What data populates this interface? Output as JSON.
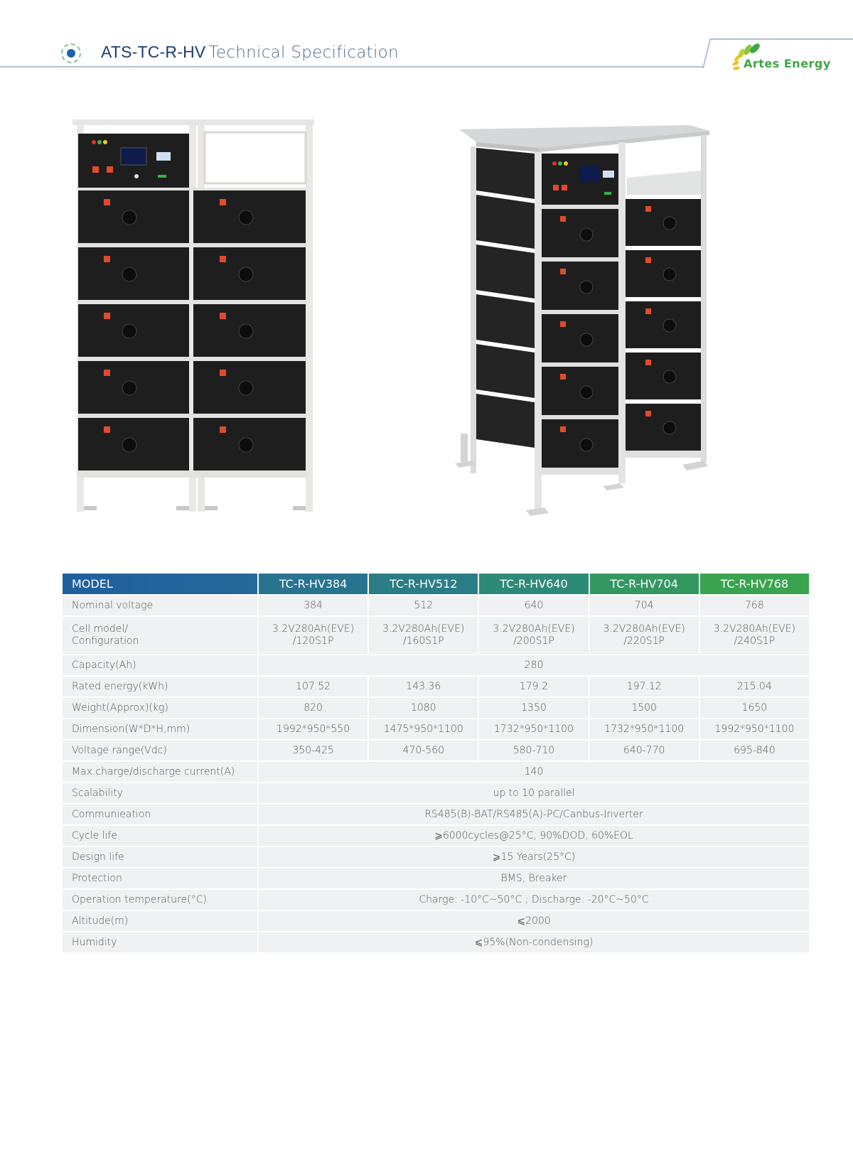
{
  "header": {
    "model_code": "ATS-TC-R-HV",
    "title": "Technical Specification",
    "icon": "target-dot-icon",
    "logo": {
      "text": "Artes Energy",
      "icon": "leaves-logo-icon",
      "colors": {
        "green": "#3da546",
        "yellow": "#e7c12a"
      }
    },
    "accent_color": "#1d3e73",
    "line_color": "#a9c3dc"
  },
  "images": [
    {
      "name": "front-view",
      "description": "Two-column battery rack, front view: control unit plus 5 modules left, empty top slot plus 5 modules right"
    },
    {
      "name": "angled-view",
      "description": "Two-column battery rack, angled view with top cover"
    }
  ],
  "table": {
    "header_label": "MODEL",
    "header_gradient": [
      "#1f5f9e",
      "#2a7790",
      "#2b8a78",
      "#349b5d",
      "#3ca74b"
    ],
    "models": [
      "TC-R-HV384",
      "TC-R-HV512",
      "TC-R-HV640",
      "TC-R-HV704",
      "TC-R-HV768"
    ],
    "rows": [
      {
        "label": "Nominal voltage",
        "values": [
          "384",
          "512",
          "640",
          "704",
          "768"
        ]
      },
      {
        "label_line1": "Cell model/",
        "label_line2": "Configuration",
        "values": [
          {
            "line1": "3.2V280Ah(EVE)",
            "line2": "/120S1P"
          },
          {
            "line1": "3.2V280Ah(EVE)",
            "line2": "/160S1P"
          },
          {
            "line1": "3.2V280Ah(EVE)",
            "line2": "/200S1P"
          },
          {
            "line1": "3.2V280Ah(EVE)",
            "line2": "/220S1P"
          },
          {
            "line1": "3.2V280Ah(EVE)",
            "line2": "/240S1P"
          }
        ]
      },
      {
        "label": "Capacity(Ah)",
        "merged": "280"
      },
      {
        "label": "Rated energy(kWh)",
        "values": [
          "107.52",
          "143.36",
          "179.2",
          "197.12",
          "215.04"
        ]
      },
      {
        "label": "Weight(Approx)(kg)",
        "values": [
          "820",
          "1080",
          "1350",
          "1500",
          "1650"
        ]
      },
      {
        "label": "Dimension(W*D*H,mm)",
        "values": [
          "1992*950*550",
          "1475*950*1100",
          "1732*950*1100",
          "1732*950*1100",
          "1992*950*1100"
        ]
      },
      {
        "label": "Voltage range(Vdc)",
        "values": [
          "350-425",
          "470-560",
          "580-710",
          "640-770",
          "695-840"
        ]
      },
      {
        "label": "Max.charge/discharge current(A)",
        "merged": "140"
      },
      {
        "label": "Scalability",
        "merged": "up to 10 parallel"
      },
      {
        "label": "Communieation",
        "merged": "RS485(B)-BAT/RS485(A)-PC/Canbus-Inverter"
      },
      {
        "label": "Cycle life",
        "merged": "⩾6000cycles@25°C, 90%DOD, 60%EOL"
      },
      {
        "label": "Design life",
        "merged": "⩾15  Years(25°C)"
      },
      {
        "label": "Protection",
        "merged": "BMS, Breaker"
      },
      {
        "label": "Operation temperature(°C)",
        "merged": "Charge: -10°C~50°C ; Discharge: -20°C~50°C"
      },
      {
        "label": "Altitude(m)",
        "merged": "⩽2000"
      },
      {
        "label": "Humidity",
        "merged": "⩽95%(Non-condensing)"
      }
    ]
  }
}
